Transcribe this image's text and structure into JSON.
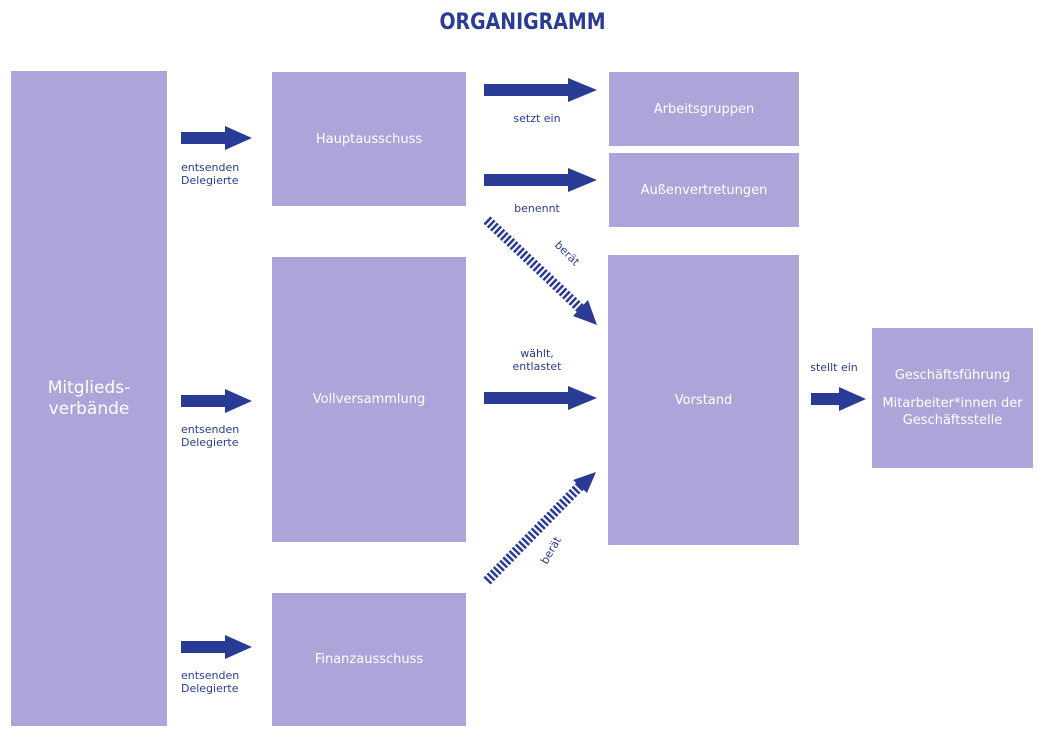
{
  "title": "ORGANIGRAMM",
  "colors": {
    "box": "#aba5da",
    "accent": "#2a3b95",
    "box_text": "#ffffff"
  },
  "boxes": {
    "mitglieds": {
      "line1": "Mitglieds-",
      "line2": "verbände"
    },
    "hauptausschuss": {
      "label": "Hauptausschuss"
    },
    "vollversammlung": {
      "label": "Vollversammlung"
    },
    "finanzausschuss": {
      "label": "Finanzausschuss"
    },
    "arbeitsgruppen": {
      "label": "Arbeitsgruppen"
    },
    "aussenvertretungen": {
      "label": "Außenvertretungen"
    },
    "vorstand": {
      "label": "Vorstand"
    },
    "geschaeftsfuehrung": {
      "line1": "Geschäftsführung",
      "line2": "Mitarbeiter*innen der",
      "line3": "Geschäftsstelle"
    }
  },
  "labels": {
    "entsenden_1": {
      "line1": "entsenden",
      "line2": "Delegierte"
    },
    "entsenden_2": {
      "line1": "entsenden",
      "line2": "Delegierte"
    },
    "entsenden_3": {
      "line1": "entsenden",
      "line2": "Delegierte"
    },
    "setzt_ein": "setzt ein",
    "benennt": "benennt",
    "beraet_1": "berät",
    "waehlt": {
      "line1": "wählt,",
      "line2": "entlastet"
    },
    "beraet_2": "berät",
    "stellt_ein": "stellt ein"
  }
}
